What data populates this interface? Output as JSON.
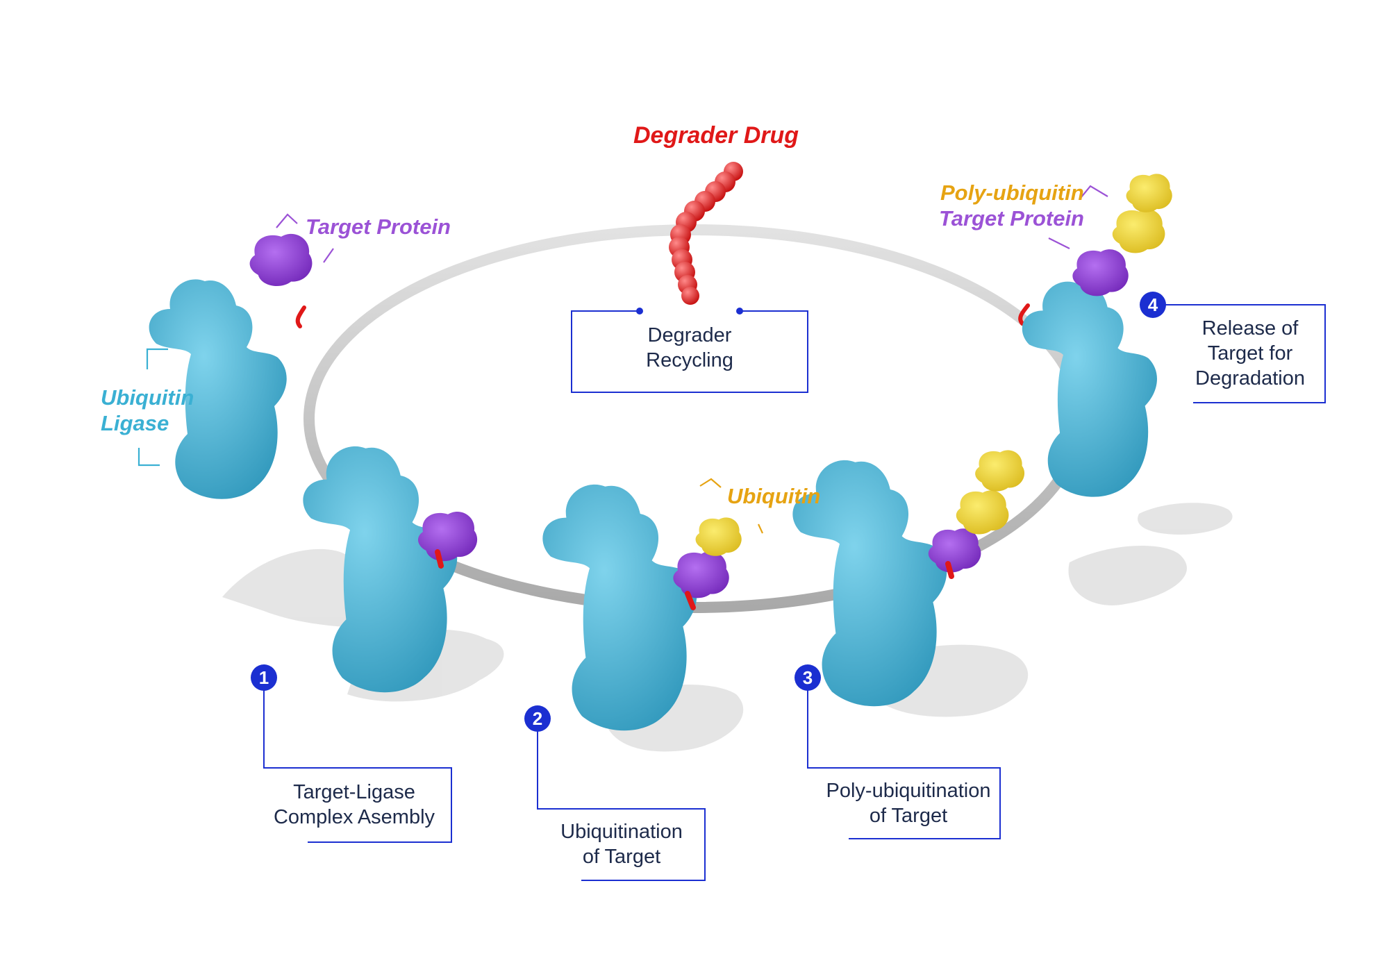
{
  "colors": {
    "ligase": "#4ab6d6",
    "target": "#8a3fcf",
    "ubiquitin": "#f0d52d",
    "drug": "#e01818",
    "ring": "#c7c7c7",
    "line": "#1b2fd1",
    "text": "#1d2a4a",
    "label_target": "#9b52d6",
    "label_ubiquitin": "#e6a312",
    "label_ligase": "#3ab0d3"
  },
  "labels": {
    "degrader_drug": "Degrader Drug",
    "target_protein": "Target Protein",
    "ubiquitin_ligase_line1": "Ubiquitin",
    "ubiquitin_ligase_line2": "Ligase",
    "ubiquitin": "Ubiquitin",
    "poly_ubiquitin_line1": "Poly-ubiquitin",
    "poly_ubiquitin_line2": "Target Protein"
  },
  "center_box": {
    "line1": "Degrader",
    "line2": "Recycling"
  },
  "steps": [
    {
      "number": "1",
      "line1": "Target-Ligase",
      "line2": "Complex Asembly"
    },
    {
      "number": "2",
      "line1": "Ubiquitination",
      "line2": "of Target"
    },
    {
      "number": "3",
      "line1": "Poly-ubiquitination",
      "line2": "of Target"
    },
    {
      "number": "4",
      "line1": "Release of",
      "line2": "Target for",
      "line3": "Degradation"
    }
  ]
}
